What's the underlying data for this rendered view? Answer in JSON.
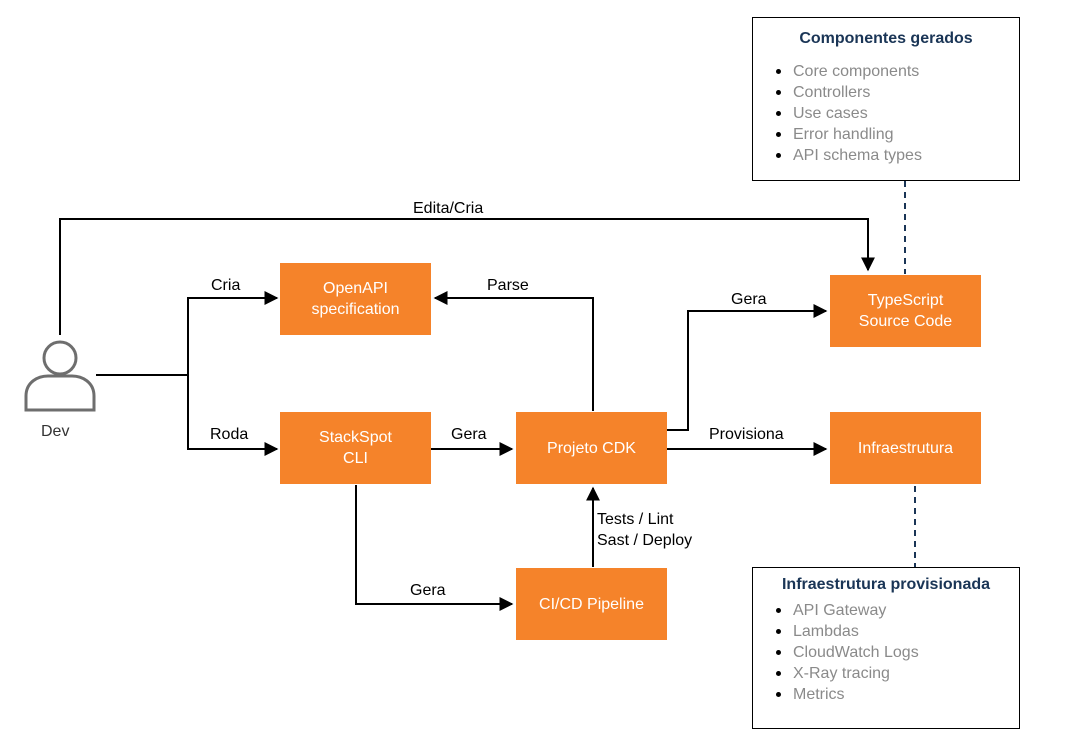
{
  "nodes": {
    "dev": "Dev",
    "openapi": "OpenAPI\nspecification",
    "stackspot": "StackSpot\nCLI",
    "cdk": "Projeto CDK",
    "pipeline": "CI/CD Pipeline",
    "typescript": "TypeScript\nSource Code",
    "infra": "Infraestrutura"
  },
  "edges": {
    "edita": "Edita/Cria",
    "cria": "Cria",
    "roda": "Roda",
    "parse": "Parse",
    "gera_cdk": "Gera",
    "gera_ts": "Gera",
    "provisiona": "Provisiona",
    "gera_pipeline": "Gera",
    "tests": "Tests / Lint\nSast / Deploy"
  },
  "generated_panel": {
    "title": "Componentes gerados",
    "items": [
      "Core components",
      "Controllers",
      "Use cases",
      "Error handling",
      "API schema types"
    ]
  },
  "infra_panel": {
    "title": "Infraestrutura provisionada",
    "items": [
      "API Gateway",
      "Lambdas",
      "CloudWatch Logs",
      "X-Ray tracing",
      "Metrics"
    ]
  },
  "colors": {
    "node": "#f5832a",
    "title": "#1a3556",
    "item": "#8a8a8a",
    "dashed": "#1a3556"
  }
}
